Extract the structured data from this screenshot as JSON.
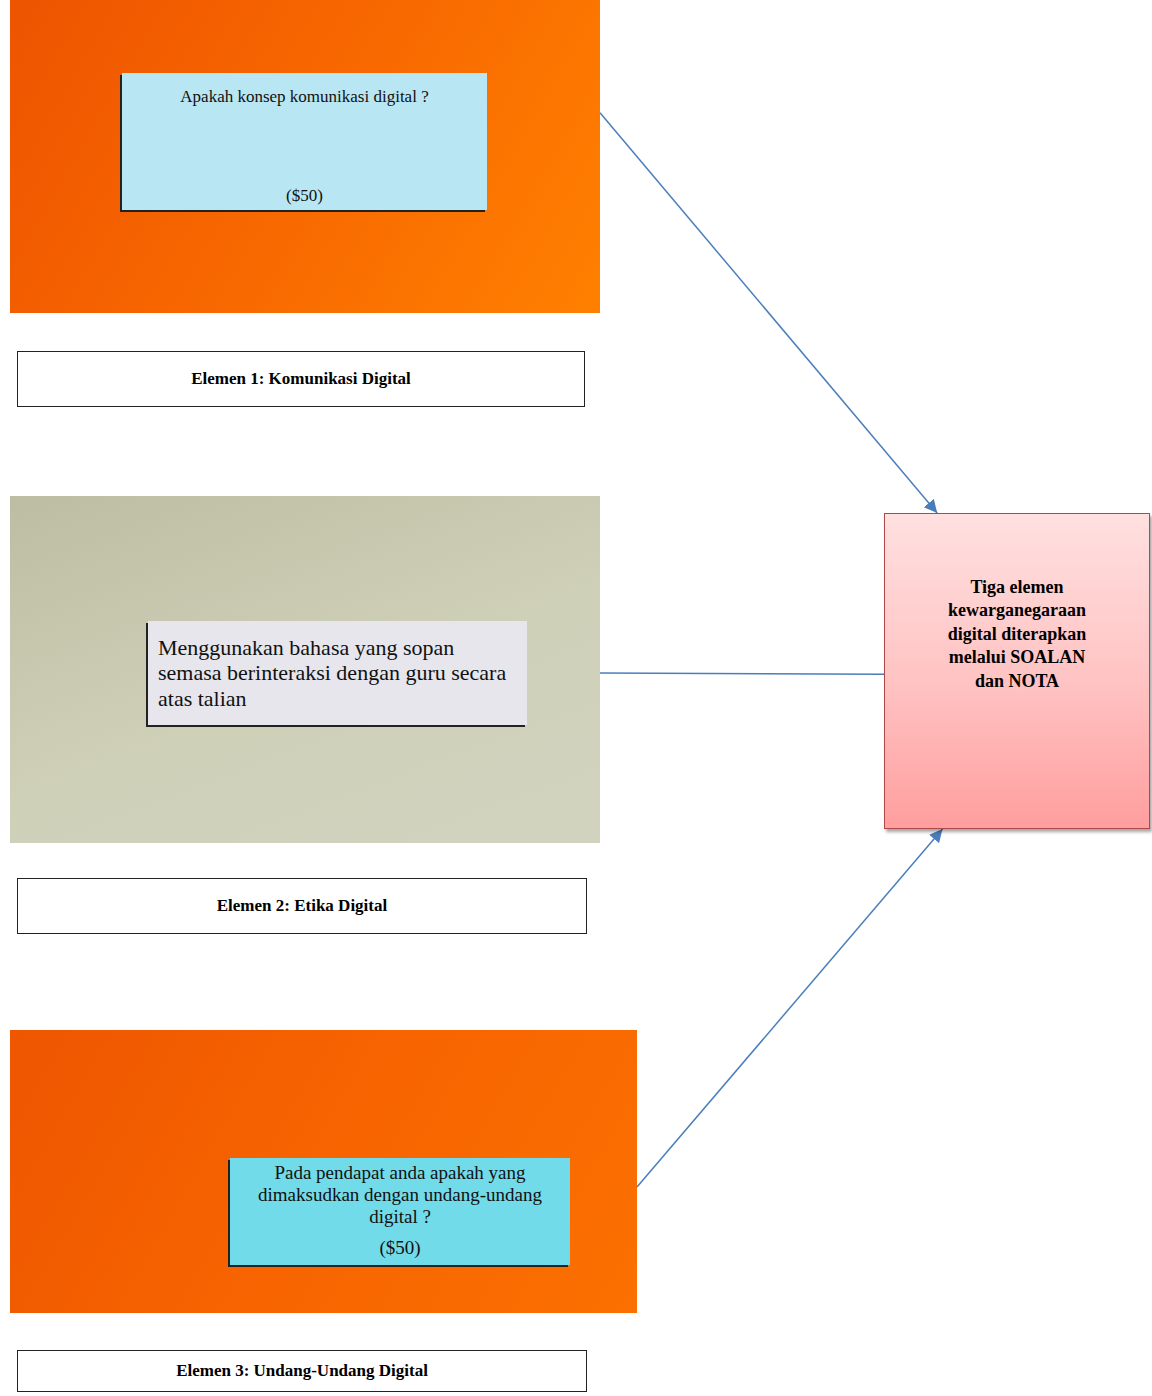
{
  "diagram": {
    "nodes": [
      {
        "text": [
          "Apakah konsep komunikasi digital ?",
          "($50)"
        ]
      },
      {
        "text": [
          "Elemen 1: Komunikasi Digital"
        ]
      },
      {
        "text": [
          "Menggunakan bahasa yang sopan semasa berinteraksi dengan guru secara atas talian"
        ]
      },
      {
        "text": [
          "Elemen 2: Etika Digital"
        ]
      },
      {
        "text": [
          "Pada pendapat anda apakah yang dimaksudkan dengan undang-undang digital ?",
          "($50)"
        ]
      },
      {
        "text": [
          "Elemen 3: Undang-Undang Digital"
        ]
      },
      {
        "text": [
          "Tiga elemen kewarganegaraan digital diterapkan melalui SOALAN dan NOTA"
        ]
      }
    ],
    "edges": [
      {
        "from": 0,
        "to": 6,
        "arrow": "to"
      },
      {
        "from": 2,
        "to": 6,
        "arrow": "none"
      },
      {
        "from": 4,
        "to": 6,
        "arrow": "to"
      }
    ]
  }
}
